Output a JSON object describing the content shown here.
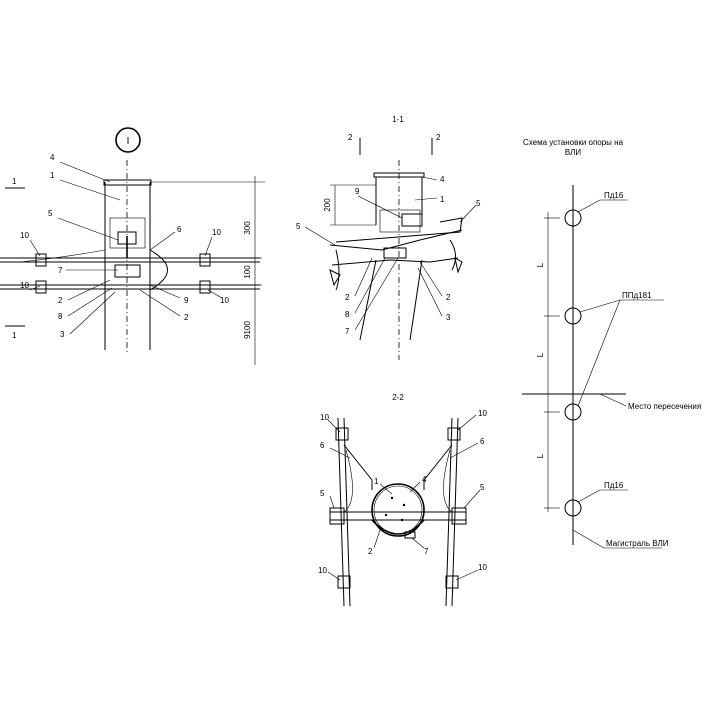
{
  "view_marker": "I",
  "section_1": "1-1",
  "section_2": "2-2",
  "cut_1": "1",
  "cut_2": "2",
  "dim_300": "300",
  "dim_100": "100",
  "dim_9100": "9100",
  "dim_200": "200",
  "scheme_title_1": "Схема установки опоры на",
  "scheme_title_2": "ВЛИ",
  "pd16_top": "Пд16",
  "ppd181": "ППд181",
  "crossing": "Место пересечения",
  "pd16_bottom": "Пд16",
  "main_line": "Магистраль ВЛИ",
  "span_L": "L",
  "n1": "1",
  "n2": "2",
  "n3": "3",
  "n4": "4",
  "n5": "5",
  "n6": "6",
  "n7": "7",
  "n8": "8",
  "n9": "9",
  "n10": "10"
}
